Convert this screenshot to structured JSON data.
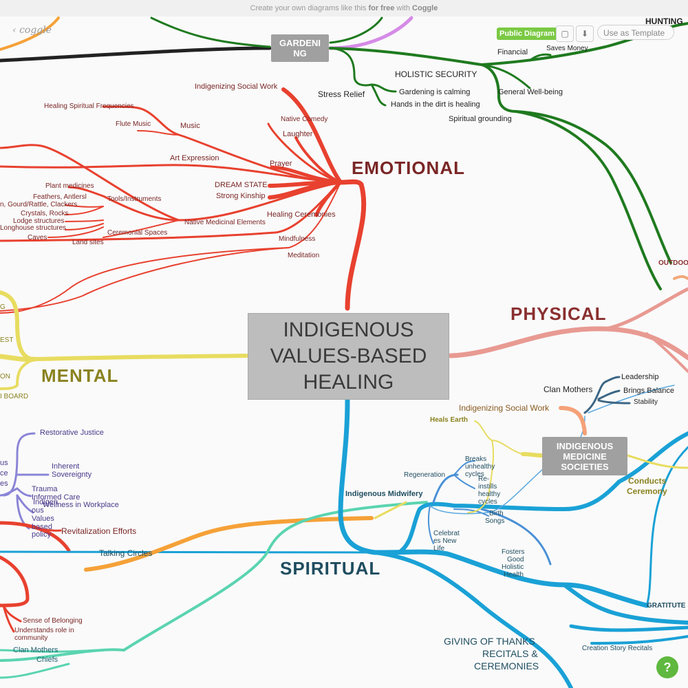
{
  "banner": {
    "pre": "Create your own diagrams like this ",
    "bold": "for free",
    "mid": " with ",
    "brand": "Coggle"
  },
  "back_label": "coggle",
  "toolbar": {
    "public_label": "Public Diagram",
    "use_template_label": "Use as Template"
  },
  "central": {
    "line1": "INDIGENOUS",
    "line2": "VALUES-BASED",
    "line3": "HEALING"
  },
  "gardening": {
    "line1": "GARDENI",
    "line2": "NG"
  },
  "medicine": {
    "line1": "INDIGENOUS",
    "line2": "MEDICINE",
    "line3": "SOCIETIES"
  },
  "branches": {
    "emotional": "EMOTIONAL",
    "physical": "PHYSICAL",
    "mental": "MENTAL",
    "spiritual": "SPIRITUAL"
  },
  "labels": {
    "hunting": "HUNTING",
    "financial": "Financial",
    "saves_money": "Saves Money",
    "holistic_security": "HOLISTIC SECURITY",
    "stress_relief": "Stress Relief",
    "gardening_calming": "Gardening is calming",
    "hands_dirt": "Hands in the dirt is healing",
    "general_wellbeing": "General Well-being",
    "spiritual_grounding": "Spiritual grounding",
    "outdoor": "OUTDOO",
    "indig_social_work_e": "Indigenizing Social Work",
    "healing_freq": "Healing Spiritual Frequencies",
    "flute_music": "Flute Music",
    "music": "Music",
    "native_comedy": "Native Comedy",
    "laughter": "Laughter",
    "art_expression": "Art Expression",
    "prayer": "Prayer",
    "plant_medicines": "Plant medicines",
    "dream_state": "DREAM STATE",
    "feathers": "Feathers, Antlersl",
    "tools": "Tools/Instruments",
    "strong_kinship": "Strong Kinship",
    "gourd": "n, Gourd/Rattle, Clackers",
    "crystals": "Crystals, Rocks",
    "lodge": "Lodge structures",
    "longhouse": "Longhouse structures",
    "native_medicinal": "Native Medicinal Elements",
    "healing_ceremonies": "Healing Ceremonies",
    "ceremonial_spaces": "Ceremonial Spaces",
    "caves": "Caves",
    "land_sites": "Land sites",
    "mindfulness": "Mindfulness",
    "meditation": "Meditation",
    "m_g": "G",
    "m_est": "EST",
    "m_on": "ON",
    "m_board": "I BOARD",
    "restorative": "Restorative Justice",
    "us": "us",
    "ce": "ce",
    "es": "es",
    "inherent1": "Inherent",
    "inherent2": "Sovereignty",
    "trauma": "Trauma",
    "informed": "Informed Care",
    "indigen": "Indigen",
    "wellness": "Wellness in Workplace",
    "ous": "ous",
    "values": "Values",
    "based": "based",
    "policy": "policy",
    "revitalization": "Revitalization Efforts",
    "talking_circles": "Talking Circles",
    "sense_belonging": "Sense of Belonging",
    "understands1": "Understands role in",
    "understands2": "community",
    "clan_mothers_b": "Clan Mothers",
    "chiefs": "Chiefs",
    "clan_mothers_r": "Clan Mothers",
    "leadership": "Leadership",
    "brings_balance": "Brings Balance",
    "stability": "Stability",
    "indig_social_work_p": "Indigenizing Social Work",
    "heals_earth": "Heals Earth",
    "conducts1": "Conducts",
    "conducts2": "Ceremony",
    "regeneration": "Regeneration",
    "breaks1": "Breaks",
    "breaks2": "unhealthy",
    "breaks3": "cycles",
    "re1": "Re-",
    "re2": "instills",
    "re3": "healthy",
    "re4": "cycles",
    "midwifery": "Indigenous Midwifery",
    "birth1": "Birth",
    "birth2": "Songs",
    "celeb1": "Celebrat",
    "celeb2": "es New",
    "celeb3": "Life",
    "fosters1": "Fosters",
    "fosters2": "Good",
    "fosters3": "Holistic",
    "fosters4": "Health",
    "gratitude": "GRATITUTE",
    "giving1": "GIVING OF THANKS",
    "giving2": "RECITALS &",
    "giving3": "CEREMONIES",
    "creation_story": "Creation Story Recitals"
  },
  "colors": {
    "emotional": "#e8412f",
    "physical": "#e89a92",
    "mental": "#e8dc60",
    "spiritual": "#1aa1d6",
    "green": "#1f7a1f",
    "teal": "#5ad4b0",
    "orange": "#f5a138",
    "purple": "#8b85d6"
  },
  "help_label": "?"
}
